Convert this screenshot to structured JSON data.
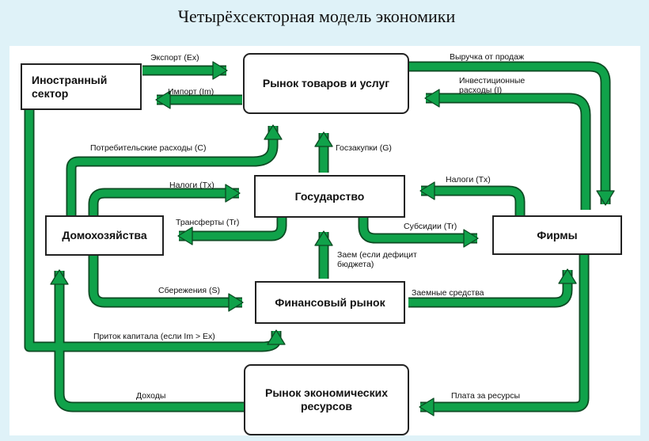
{
  "title": "Четырёхсекторная модель экономики",
  "nodes": {
    "foreign": "Иностранный сектор",
    "goods_market": "Рынок товаров и услуг",
    "households": "Домохозяйства",
    "government": "Государство",
    "firms": "Фирмы",
    "financial_market": "Финансовый рынок",
    "resource_market": "Рынок экономических ресурсов"
  },
  "flows": {
    "export": "Экспорт (Ex)",
    "import": "Импорт (Im)",
    "sales_revenue": "Выручка от продаж",
    "investment": "Инвестиционные расходы (I)",
    "consumption": "Потребительские расходы (C)",
    "gov_purchases": "Госзакупки (G)",
    "hh_taxes": "Налоги (Tx)",
    "firm_taxes": "Налоги (Tx)",
    "hh_transfers": "Трансферты (Tr)",
    "subsidies": "Субсидии (Tr)",
    "gov_loan": "Заем (если дефицит бюджета)",
    "savings": "Сбережения (S)",
    "loans": "Заемные средства",
    "capital_inflow": "Приток капитала (если Im > Ex)",
    "incomes": "Доходы",
    "resource_payment": "Плата за ресурсы"
  },
  "colors": {
    "flow_fill": "#10a24a",
    "flow_outline": "#0c4a22",
    "background": "#dff2f8"
  }
}
